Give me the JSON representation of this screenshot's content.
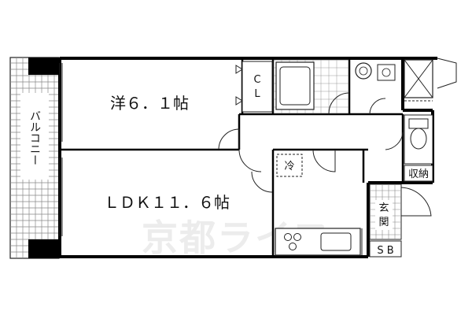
{
  "rooms": {
    "western_room": "洋６．１帖",
    "ldk": "ＬＤＫ１１．６帖",
    "balcony": "バルコニー"
  },
  "labels": {
    "closet_c": "C",
    "closet_l": "L",
    "fridge": "冷",
    "storage": "収納",
    "entrance_1": "玄",
    "entrance_2": "関",
    "shoe_box": "S B"
  },
  "watermark": {
    "line1": "京都ライフ"
  },
  "colors": {
    "wall": "#000000",
    "line": "#222222",
    "tile": "#777777",
    "watermark": "#ececec"
  }
}
